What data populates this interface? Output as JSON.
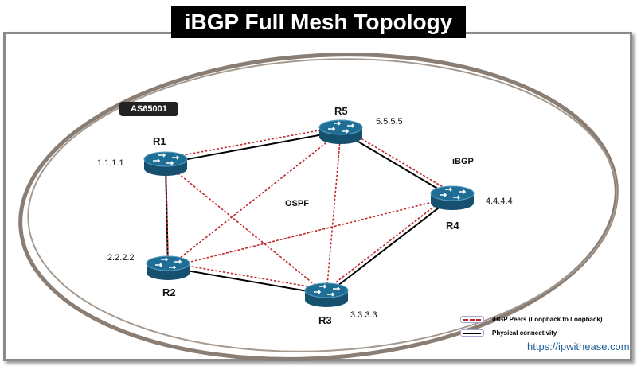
{
  "title": "iBGP Full Mesh Topology",
  "as_label": "AS65001",
  "watermark": "ipwithease.com",
  "routers": [
    {
      "name": "R1",
      "ip": "1.1.1.1"
    },
    {
      "name": "R2",
      "ip": "2.2.2.2"
    },
    {
      "name": "R3",
      "ip": "3.3.3.3"
    },
    {
      "name": "R4",
      "ip": "4.4.4.4"
    },
    {
      "name": "R5",
      "ip": "5.5.5.5"
    }
  ],
  "physical_links": [
    [
      "R1",
      "R5"
    ],
    [
      "R1",
      "R2"
    ],
    [
      "R2",
      "R3"
    ],
    [
      "R3",
      "R4"
    ],
    [
      "R5",
      "R4"
    ]
  ],
  "ibgp_links": [
    [
      "R1",
      "R5"
    ],
    [
      "R1",
      "R2"
    ],
    [
      "R1",
      "R3"
    ],
    [
      "R2",
      "R5"
    ],
    [
      "R2",
      "R4"
    ],
    [
      "R2",
      "R3"
    ],
    [
      "R5",
      "R3"
    ],
    [
      "R5",
      "R4"
    ],
    [
      "R3",
      "R4"
    ]
  ],
  "labels": {
    "ospf": "OSPF",
    "ibgp": "iBGP"
  },
  "legend": {
    "ibgp": "iBGP Peers (Loopback to Loopback)",
    "physical": "Physical connectivity"
  },
  "url": "https://ipwithease.com",
  "colors": {
    "router": "#1f6e96",
    "ibgp": "#c0272d",
    "physical": "#000000"
  }
}
